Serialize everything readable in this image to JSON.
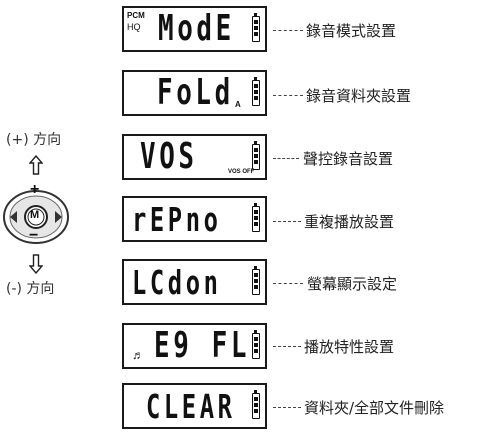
{
  "direction": {
    "up_label": "(+) 方向",
    "down_label": "(-) 方向"
  },
  "wheel": {
    "center_label": "M",
    "plus": "+",
    "minus": "−"
  },
  "modes": [
    {
      "display": "ModE",
      "label": "錄音模式設置",
      "indicator_top": "PCM",
      "indicator_bottom": "HQ"
    },
    {
      "display": "FoLd",
      "label": "錄音資料夾設置",
      "indicator_small": "A"
    },
    {
      "display": "VOS",
      "label": "聲控錄音設置",
      "indicator_small": "VOS OFF"
    },
    {
      "display": "rEPno",
      "label": "重複播放設置"
    },
    {
      "display": "LCdon",
      "label": "螢幕顯示設定"
    },
    {
      "display": "E9 FL",
      "label": "播放特性設置",
      "indicator_small": "♬"
    },
    {
      "display": "CLEAR",
      "label": "資料夾/全部文件刪除"
    }
  ]
}
